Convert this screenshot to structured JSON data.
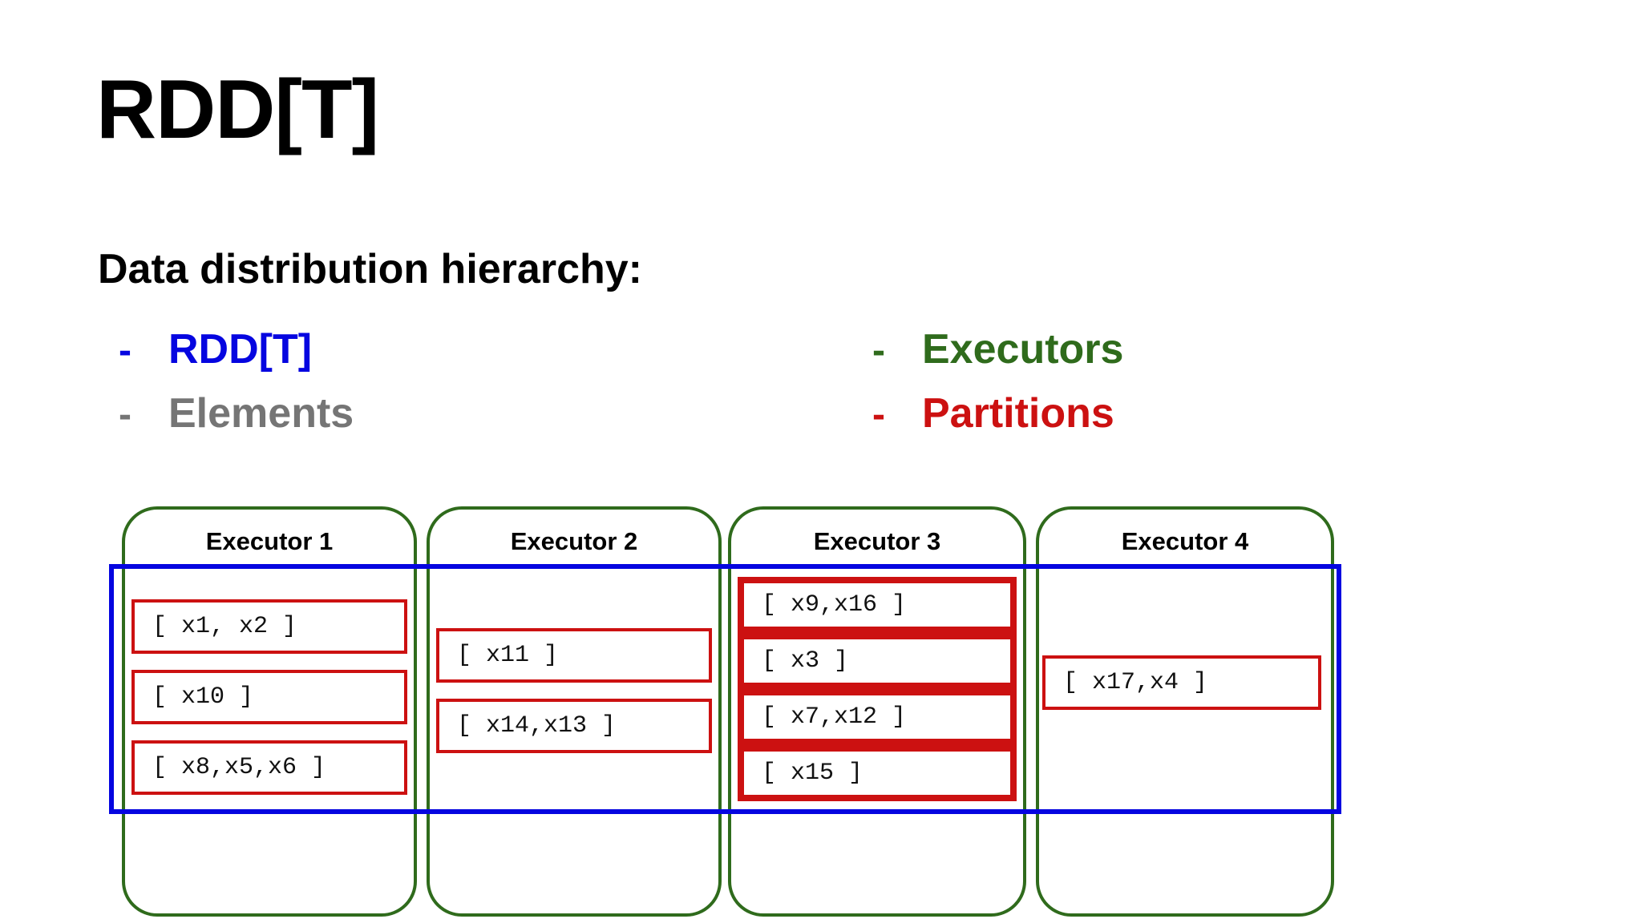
{
  "slide": {
    "title": "RDD[T]",
    "subheading": "Data distribution hierarchy:"
  },
  "colors": {
    "rdd_blue": "#0505e0",
    "elements_gray": "#757575",
    "executor_green": "#2f6b1c",
    "partition_red": "#cc1111",
    "text_black": "#000000",
    "background": "#ffffff"
  },
  "legend": {
    "left_column": [
      {
        "dash": "-",
        "label": "RDD[T]",
        "color": "#0505e0"
      },
      {
        "dash": "-",
        "label": "Elements",
        "color": "#757575"
      }
    ],
    "right_column": [
      {
        "dash": "-",
        "label": "Executors",
        "color": "#2f6b1c"
      },
      {
        "dash": "-",
        "label": "Partitions",
        "color": "#cc1111"
      }
    ]
  },
  "diagram": {
    "executors": [
      {
        "label": "Executor 1",
        "partitions": [
          {
            "text": "[ x1, x2 ]"
          },
          {
            "text": "[ x10 ]"
          },
          {
            "text": "[ x8,x5,x6 ]"
          }
        ]
      },
      {
        "label": "Executor 2",
        "partitions": [
          {
            "text": "[ x11 ]"
          },
          {
            "text": "[ x14,x13 ]"
          }
        ]
      },
      {
        "label": "Executor 3",
        "partitions": [
          {
            "text": "[ x9,x16 ]"
          },
          {
            "text": "[ x3 ]"
          },
          {
            "text": "[ x7,x12 ]"
          },
          {
            "text": "[ x15 ]"
          }
        ]
      },
      {
        "label": "Executor 4",
        "partitions": [
          {
            "text": "[ x17,x4 ]"
          }
        ]
      }
    ]
  }
}
